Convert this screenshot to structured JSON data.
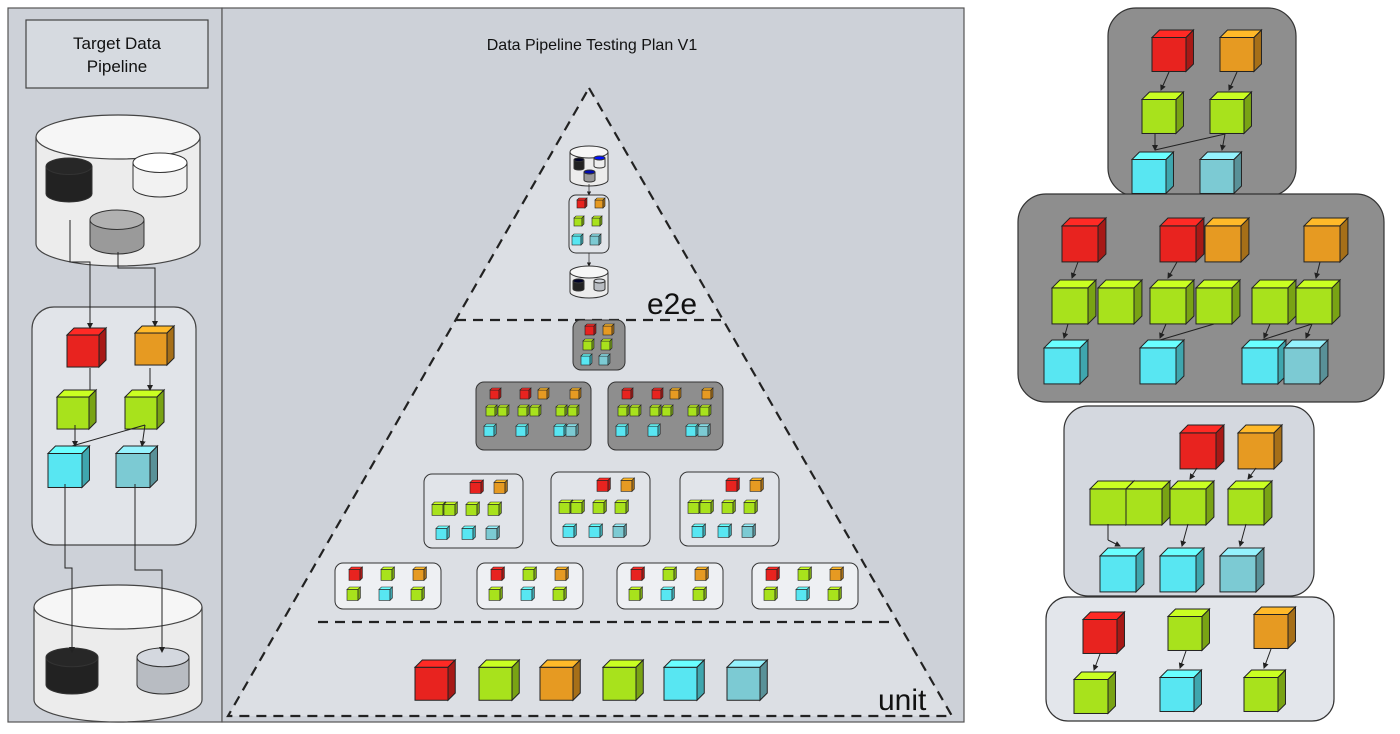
{
  "left_panel": {
    "title_line1": "Target Data",
    "title_line2": "Pipeline"
  },
  "main_panel": {
    "title": "Data Pipeline Testing Plan V1",
    "layers": {
      "top": "e2e",
      "bottom": "unit"
    }
  },
  "colors": {
    "red": "#e8231f",
    "orange": "#e69a22",
    "lime": "#a8e21c",
    "cyan": "#58e6f2",
    "teal": "#7ccad3",
    "dark_panel": "#8e8e8e",
    "light_panel": "#d4d8df",
    "panel_bg": "#cfd3da"
  }
}
